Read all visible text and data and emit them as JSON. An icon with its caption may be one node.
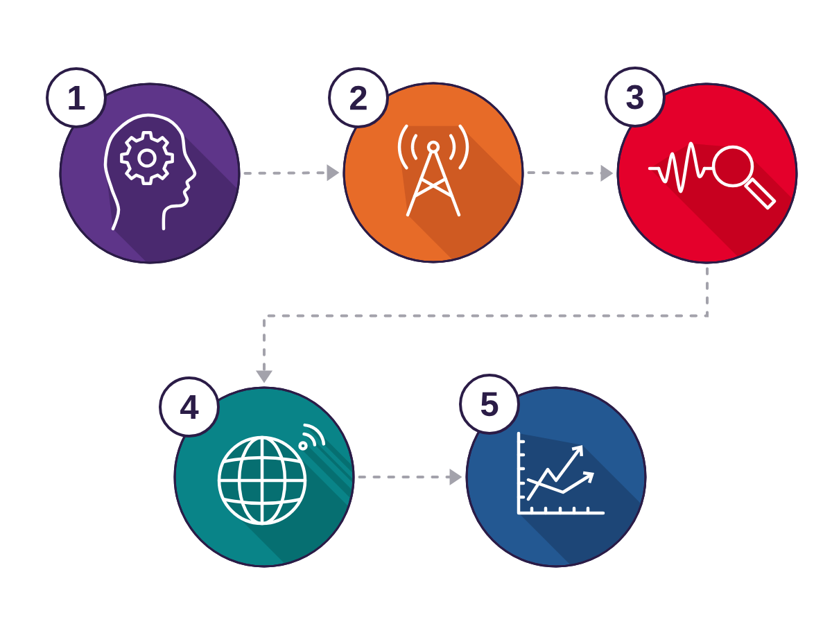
{
  "diagram": {
    "nodes": [
      {
        "text": [
          "1"
        ]
      },
      {
        "text": [],
        "shape": "circle"
      },
      {
        "text": [
          "2"
        ]
      },
      {
        "text": [],
        "shape": "circle"
      },
      {
        "text": [
          "3"
        ]
      },
      {
        "text": [],
        "shape": "circle"
      },
      {
        "text": [
          "4"
        ]
      },
      {
        "text": [],
        "shape": "circle"
      },
      {
        "text": [
          "5"
        ]
      },
      {
        "text": [],
        "shape": "circle"
      }
    ],
    "edges": [
      {
        "from": 1,
        "to": 3,
        "arrow": "to",
        "style": "dashed"
      },
      {
        "from": 3,
        "to": 5,
        "arrow": "to",
        "style": "dashed"
      },
      {
        "from": 5,
        "to": 7,
        "arrow": "to",
        "style": "dashed"
      },
      {
        "from": 7,
        "to": 9,
        "arrow": "to",
        "style": "dashed"
      }
    ]
  }
}
